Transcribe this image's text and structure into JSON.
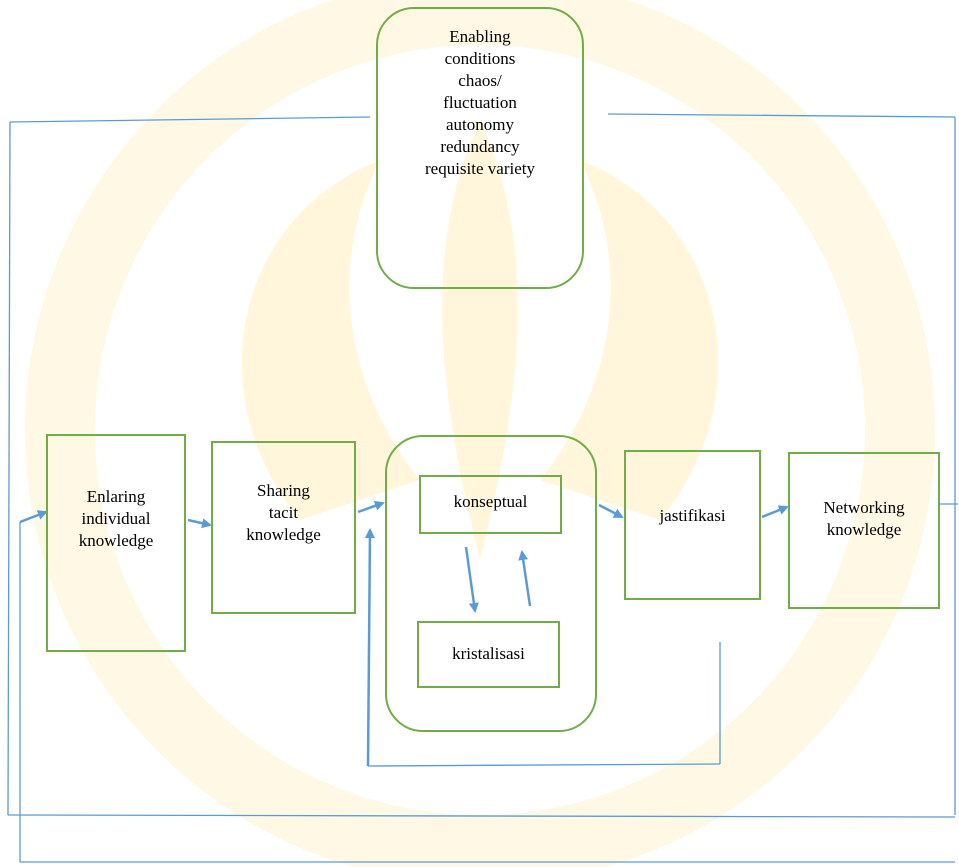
{
  "diagram": {
    "enabling_conditions": "Enabling\nconditions\nchaos/\nfluctuation\nautonomy\nredundancy\nrequisite variety",
    "nodes": {
      "enlarging": "Enlaring\nindividual\nknowledge",
      "sharing": "Sharing\ntacit\nknowledge",
      "konseptual": "konseptual",
      "kristalisasi": "kristalisasi",
      "jastifikasi": "jastifikasi",
      "networking": "Networking\nknowledge"
    }
  },
  "colors": {
    "box_border": "#70ad47",
    "arrow": "#5b9bd5",
    "line": "#5b9bd5",
    "watermark": "#fff4d6"
  }
}
